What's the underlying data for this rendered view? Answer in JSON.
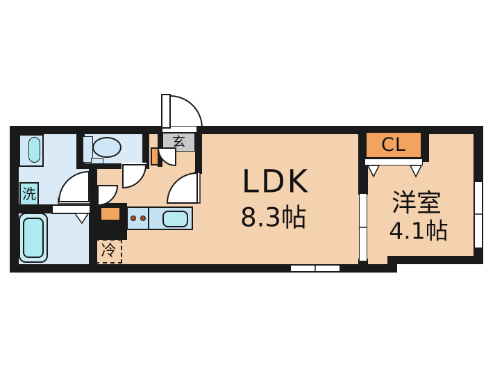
{
  "floorplan": {
    "rooms": {
      "ldk": {
        "name": "LDK",
        "size": "8.3帖"
      },
      "western_room": {
        "name": "洋室",
        "size": "4.1帖"
      },
      "closet": {
        "label": "CL"
      },
      "entrance": {
        "label": "玄"
      },
      "washing_machine": {
        "label": "洗"
      },
      "refrigerator": {
        "label": "冷"
      }
    },
    "colors": {
      "wall": "#1a1a1a",
      "floor_main": "#f4d2af",
      "floor_wet": "#dbeaf7",
      "fixture_blue": "#cfe7f6",
      "fixture_cyan": "#ace8f0",
      "counter_blue": "#c5e1f4",
      "accent_orange": "#f2a45f",
      "entrance_gray": "#c9c9c9",
      "burner_brown": "#9e5126"
    }
  }
}
